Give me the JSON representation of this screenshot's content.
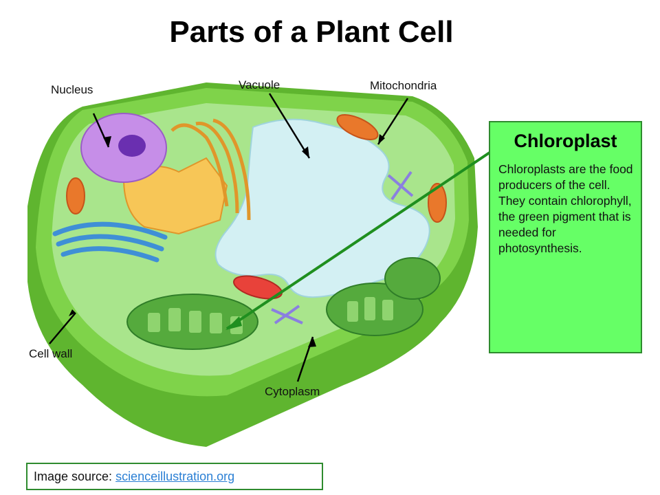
{
  "title": "Parts of a Plant Cell",
  "labels": {
    "nucleus": "Nucleus",
    "vacuole": "Vacuole",
    "mitochondria": "Mitochondria",
    "cell_wall": "Cell wall",
    "cytoplasm": "Cytoplasm"
  },
  "infobox": {
    "heading": "Chloroplast",
    "body": "Chloroplasts are the food producers of the cell.  They contain chlorophyll, the green pigment that is needed for photosynthesis."
  },
  "source": {
    "prefix": "Image source: ",
    "link_text": "scienceillustration.org"
  },
  "colors": {
    "cell_wall": "#6cc23a",
    "cytoplasm": "#9ee07e",
    "vacuole": "#cdeef0",
    "nucleus": "#b57be0",
    "golgi": "#3f8fd6",
    "mitochondria": "#e9782b",
    "chloroplast": "#4ea53a",
    "infobox_bg": "#66ff66",
    "arrow_green": "#1f8f1f"
  }
}
